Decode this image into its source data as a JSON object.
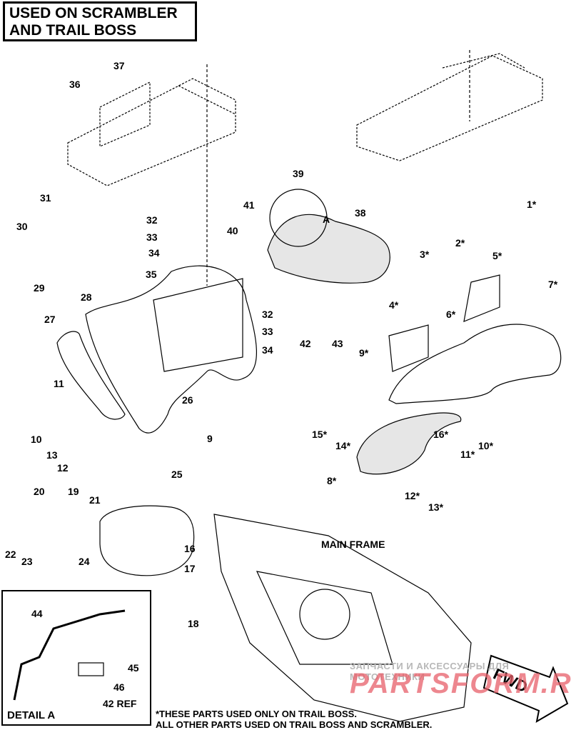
{
  "title": {
    "line1": "USED ON SCRAMBLER",
    "line2": "AND TRAIL BOSS"
  },
  "callouts": [
    {
      "id": "1*"
    },
    {
      "id": "2*"
    },
    {
      "id": "3*"
    },
    {
      "id": "4*"
    },
    {
      "id": "5*"
    },
    {
      "id": "6*"
    },
    {
      "id": "7*"
    },
    {
      "id": "8*"
    },
    {
      "id": "9*"
    },
    {
      "id": "10*"
    },
    {
      "id": "11*"
    },
    {
      "id": "12*"
    },
    {
      "id": "13*"
    },
    {
      "id": "14*"
    },
    {
      "id": "15*"
    },
    {
      "id": "16*"
    },
    {
      "id": "16"
    },
    {
      "id": "17"
    },
    {
      "id": "18"
    },
    {
      "id": "19"
    },
    {
      "id": "20"
    },
    {
      "id": "21"
    },
    {
      "id": "22"
    },
    {
      "id": "23"
    },
    {
      "id": "24"
    },
    {
      "id": "25"
    },
    {
      "id": "26"
    },
    {
      "id": "27"
    },
    {
      "id": "28"
    },
    {
      "id": "29"
    },
    {
      "id": "30"
    },
    {
      "id": "31"
    },
    {
      "id": "32"
    },
    {
      "id": "33"
    },
    {
      "id": "34"
    },
    {
      "id": "35"
    },
    {
      "id": "32"
    },
    {
      "id": "33"
    },
    {
      "id": "34"
    },
    {
      "id": "36"
    },
    {
      "id": "37"
    },
    {
      "id": "38"
    },
    {
      "id": "39"
    },
    {
      "id": "40"
    },
    {
      "id": "41"
    },
    {
      "id": "42"
    },
    {
      "id": "43"
    },
    {
      "id": "9"
    },
    {
      "id": "10"
    },
    {
      "id": "11"
    },
    {
      "id": "12"
    },
    {
      "id": "13"
    },
    {
      "id": "A"
    }
  ],
  "main_frame_label": "MAIN FRAME",
  "detail": {
    "title": "DETAIL A",
    "callouts": [
      {
        "id": "44"
      },
      {
        "id": "45"
      },
      {
        "id": "46"
      },
      {
        "id": "42 REF"
      }
    ]
  },
  "footnote": {
    "line1": "*THESE PARTS USED ONLY ON TRAIL BOSS.",
    "line2": "ALL OTHER PARTS USED ON TRAIL BOSS AND SCRAMBLER."
  },
  "fwd_arrow": {
    "label": "FWD",
    "icon": "forward-arrow-icon"
  },
  "watermark": {
    "tagline": "ЗАПЧАСТИ И АКСЕССУАРЫ ДЛЯ МОТОТЕХНИКИ",
    "brand": "PARTSFORM.RU",
    "brand_color": "#e8606a",
    "tagline_color": "#b8b8b8"
  }
}
